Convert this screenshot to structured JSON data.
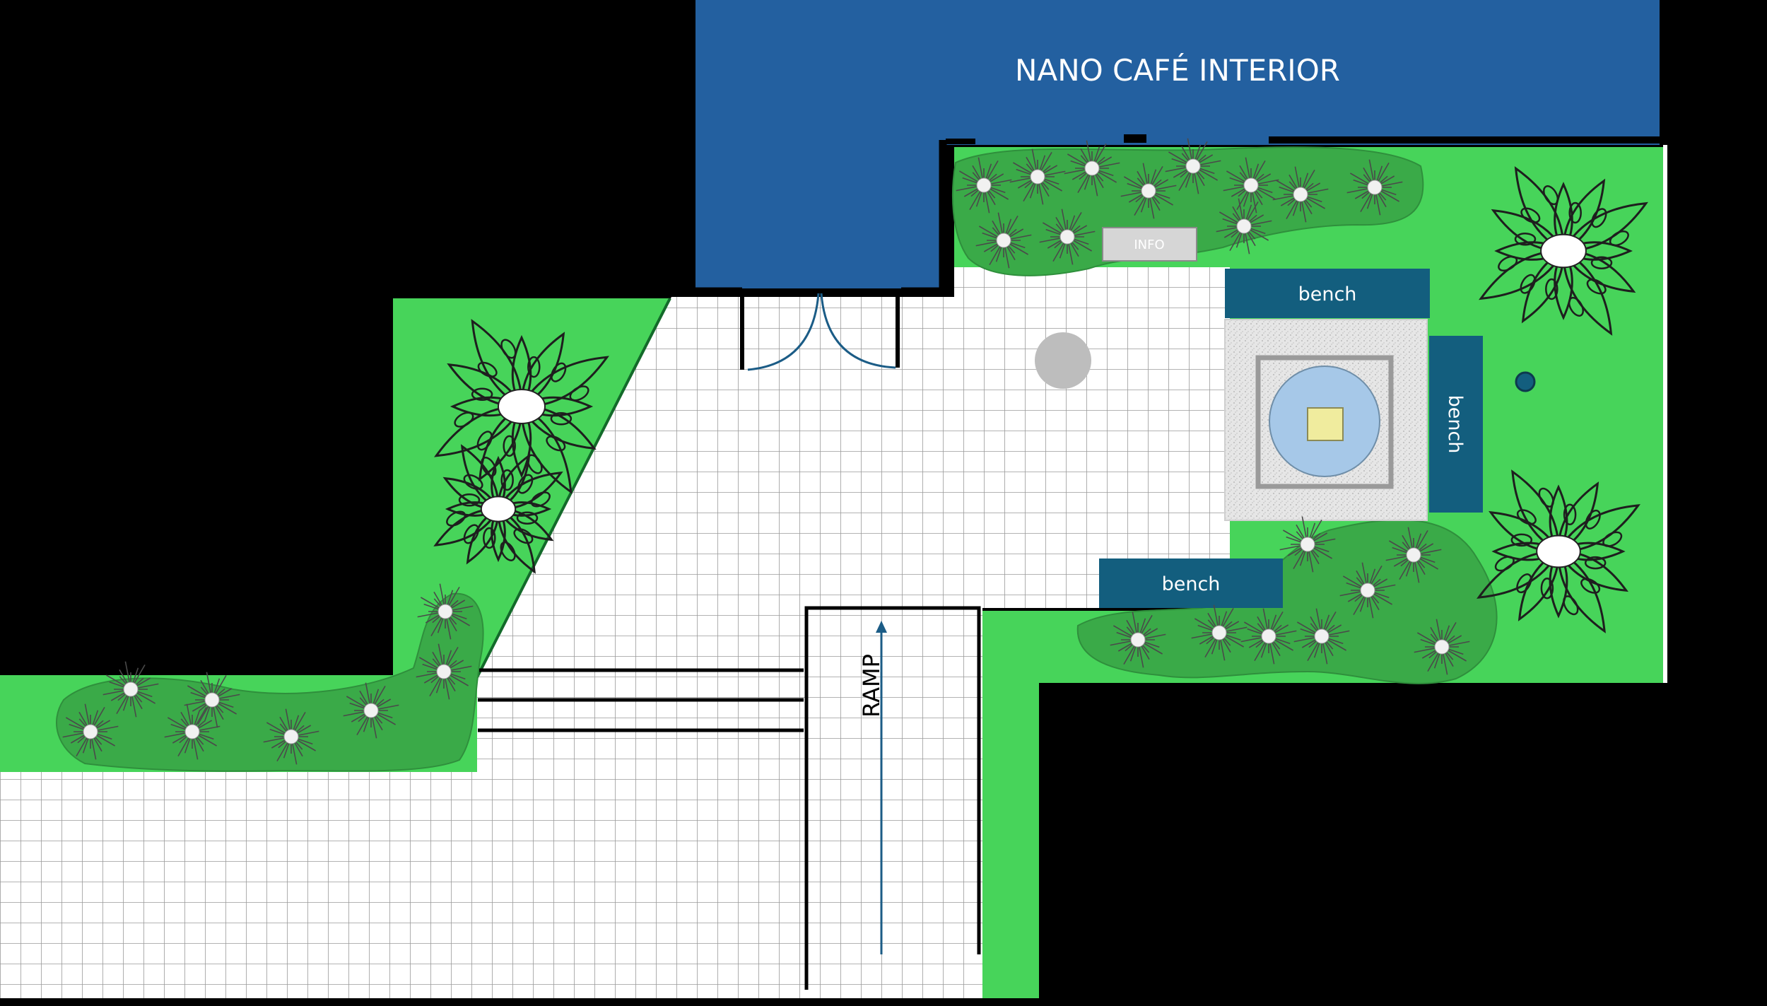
{
  "title": "NANO CAFÉ INTERIOR",
  "labels": {
    "info": "INFO",
    "bench_top": "bench",
    "bench_right": "bench",
    "bench_bottom": "bench",
    "ramp": "RAMP"
  },
  "colors": {
    "background": "#000000",
    "interior": "#2360A0",
    "lawn": "#47D45A",
    "planting_bed": "#3AAA48",
    "bench": "#135E7E",
    "paving": "#FFFFFF",
    "grid_line": "#9A9A9A",
    "fountain_basin": "#A6C8E8",
    "fountain_center": "#F0EC9E",
    "info_sign": "#D6D6D6",
    "door_swing": "#1B5C86",
    "ramp_arrow": "#1B5C86"
  },
  "icons": {
    "shrub": "spiky-shrub-icon",
    "tree": "sketch-tree-icon",
    "bollard": "bollard-icon",
    "post": "post-icon"
  }
}
